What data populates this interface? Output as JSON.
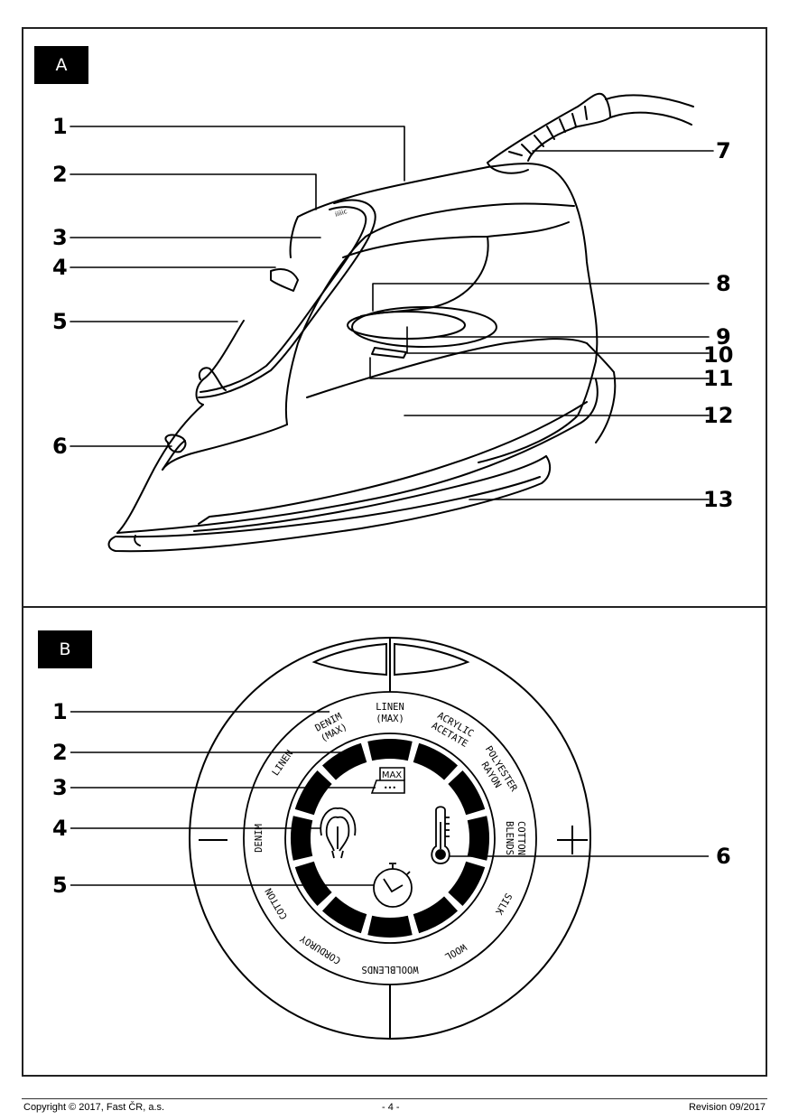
{
  "panels": {
    "a": {
      "tag": "A",
      "callouts": [
        "1",
        "2",
        "3",
        "4",
        "5",
        "6",
        "7",
        "8",
        "9",
        "10",
        "11",
        "12",
        "13"
      ],
      "handle_icon_text": "iiiiic"
    },
    "b": {
      "tag": "B",
      "callouts": [
        "1",
        "2",
        "3",
        "4",
        "5",
        "6"
      ],
      "minus_label": "—",
      "plus_label": "+",
      "fabric_labels": [
        {
          "text": "DENIM",
          "sub": "(MAX)"
        },
        {
          "text": "LINEN",
          "sub": "(MAX)"
        },
        {
          "text": "ACRYLIC",
          "sub": "ACETATE"
        },
        {
          "text": "POLYESTER",
          "sub": "RAYON"
        },
        {
          "text": "COTTON",
          "sub": "BLENDS"
        },
        {
          "text": "SILK"
        },
        {
          "text": "WOOL"
        },
        {
          "text": "WOOLBLENDS"
        },
        {
          "text": "CORDUROY"
        },
        {
          "text": "COTTON"
        },
        {
          "text": "DENIM"
        },
        {
          "text": "LINEN"
        }
      ],
      "max_icon_label": "MAX",
      "max_icon_dots": "•••",
      "icons": [
        "iron-max-icon",
        "steam-icon",
        "thermometer-icon",
        "timer-icon"
      ]
    }
  },
  "footer": {
    "copyright": "Copyright © 2017, Fast ČR, a.s.",
    "page": "- 4 -",
    "revision": "Revision 09/2017"
  }
}
